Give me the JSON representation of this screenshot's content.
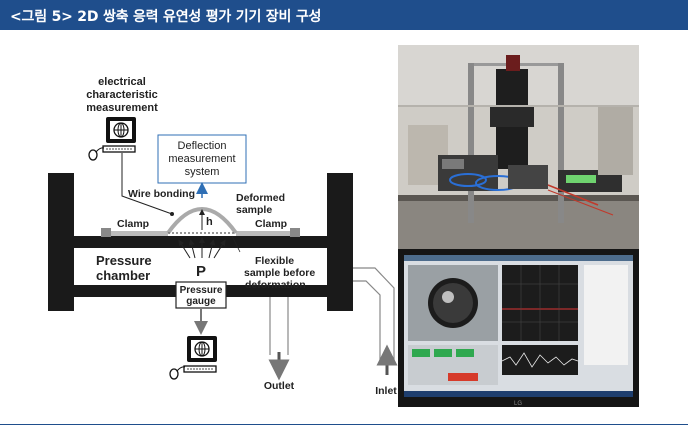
{
  "header": {
    "title": "<그림 5> 2D 쌍축 응력 유연성 평가 기기 장비 구성"
  },
  "colors": {
    "header_bg": "#1f4e8c",
    "arrow_blue": "#2f6fb5",
    "plate": "#1a1a1a"
  },
  "diagram": {
    "top_measure_label": [
      "electrical",
      "characteristic",
      "measurement"
    ],
    "deflection_box": [
      "Deflection",
      "measurement",
      "system"
    ],
    "wire_bonding": "Wire bonding",
    "deformed_sample": [
      "Deformed",
      "sample"
    ],
    "clamp_left": "Clamp",
    "clamp_right": "Clamp",
    "h": "h",
    "pressure_chamber": [
      "Pressure",
      "chamber"
    ],
    "p": "P",
    "flexible_sample": [
      "Flexible",
      "sample before",
      "deformation"
    ],
    "pressure_gauge": [
      "Pressure",
      "gauge"
    ],
    "outlet": "Outlet",
    "inlet": "Inlet"
  },
  "photo": {
    "monitor_brand": "LG"
  }
}
